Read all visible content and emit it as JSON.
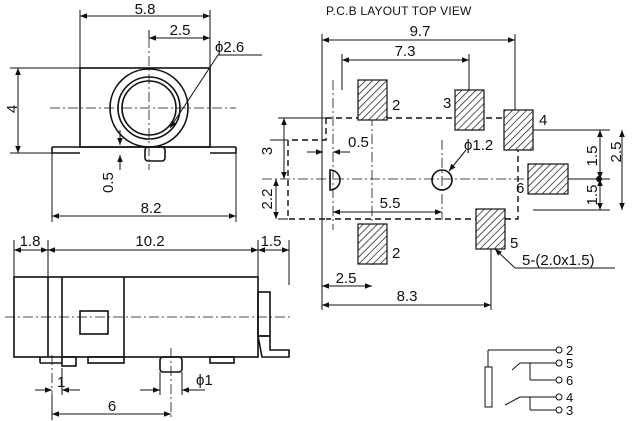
{
  "title": "P.C.B LAYOUT  TOP VIEW",
  "top_view": {
    "width": "5.8",
    "offset": "2.5",
    "hole_diameter": "2.6",
    "height": "4",
    "bottom_offset": "0.5",
    "base_width": "8.2"
  },
  "side_view": {
    "left": "1.8",
    "length": "10.2",
    "right": "1.5",
    "pin_offset": "1",
    "pin_diameter": "1",
    "pin_spacing": "6"
  },
  "pcb_layout": {
    "overall_width": "9.7",
    "pad_spacing": "7.3",
    "hole_offset": "0.5",
    "hole_diameter": "1.2",
    "left_height_upper": "3",
    "left_height_lower": "2.2",
    "hole_spacing": "5.5",
    "right_upper": "1.5",
    "right_total": "2.5",
    "right_lower": "1.5",
    "pad_note": "5-(2.0x1.5)",
    "bottom_offset": "2.5",
    "bottom_width": "8.3",
    "pads": [
      "2",
      "3",
      "4",
      "6",
      "2",
      "5"
    ]
  },
  "schematic": {
    "pins": [
      "2",
      "5",
      "6",
      "4",
      "3"
    ]
  }
}
